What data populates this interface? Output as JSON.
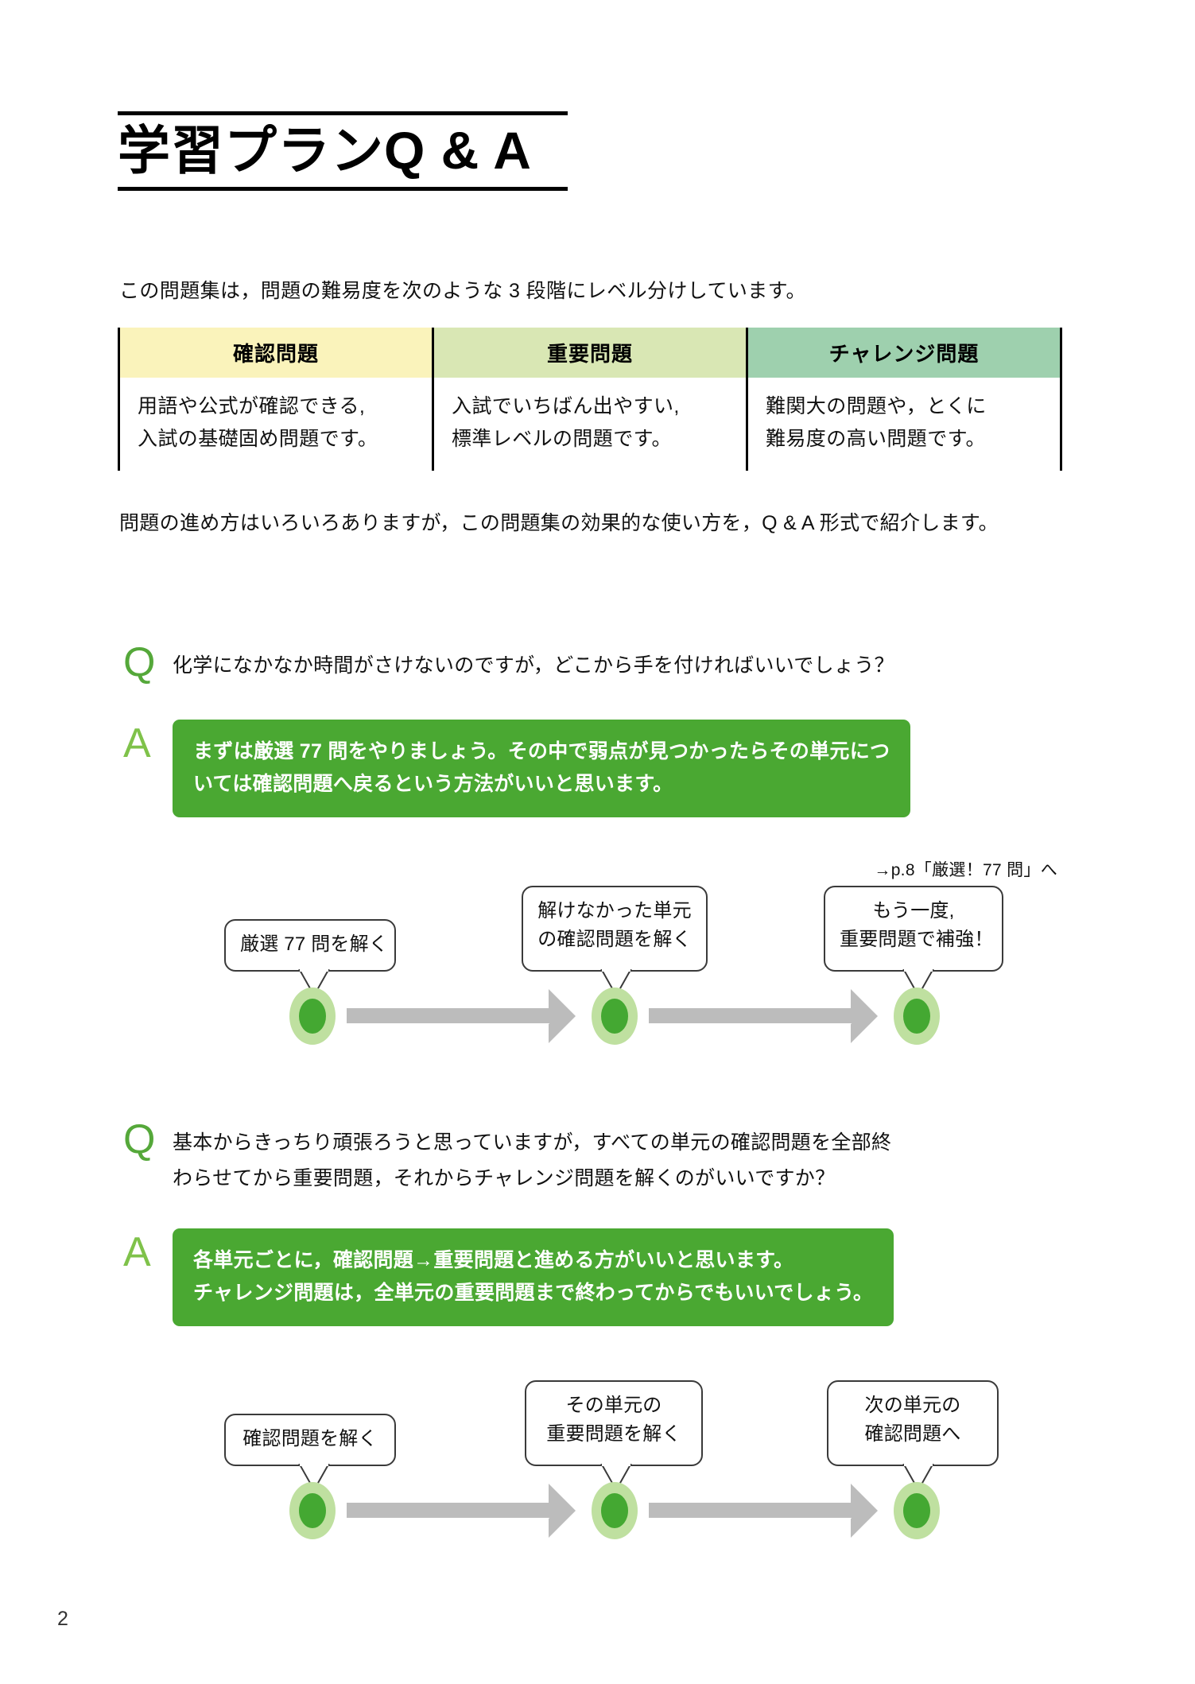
{
  "page": {
    "title": "学習プランQ & A",
    "page_number": "2",
    "intro": "この問題集は，問題の難易度を次のような 3 段階にレベル分けしています。",
    "after_table": "問題の進め方はいろいろありますが，この問題集の効果的な使い方を，Q & A 形式で紹介します。"
  },
  "level_table": {
    "columns": [
      {
        "header": "確認問題",
        "header_color": "#faf3bb",
        "lines": [
          "用語や公式が確認できる,",
          "入試の基礎固め問題です。"
        ]
      },
      {
        "header": "重要問題",
        "header_color": "#d9e7b4",
        "lines": [
          "入試でいちばん出やすい,",
          "標準レベルの問題です。"
        ]
      },
      {
        "header": "チャレンジ問題",
        "header_color": "#9ed0ae",
        "lines": [
          "難関大の問題や，とくに",
          "難易度の高い問題です。"
        ]
      }
    ]
  },
  "qa": [
    {
      "q_mark": "Q",
      "q_lines": [
        "化学になかなか時間がさけないのですが，どこから手を付ければいいでしょう？"
      ],
      "a_mark": "A",
      "a_lines": [
        "まずは厳選 77 問をやりましょう。その中で弱点が見つかったらその単元につ",
        "いては確認問題へ戻るという方法がいいと思います。"
      ],
      "reference": "→p.8「厳選！77 問」へ",
      "flow": {
        "callouts": [
          {
            "lines": [
              "厳選 77 問を解く"
            ]
          },
          {
            "lines": [
              "解けなかった単元",
              "の確認問題を解く"
            ]
          },
          {
            "lines": [
              "もう一度,",
              "重要問題で補強！"
            ]
          }
        ]
      }
    },
    {
      "q_mark": "Q",
      "q_lines": [
        "基本からきっちり頑張ろうと思っていますが，すべての単元の確認問題を全部終",
        "わらせてから重要問題，それからチャレンジ問題を解くのがいいですか？"
      ],
      "a_mark": "A",
      "a_lines": [
        "各単元ごとに，確認問題→重要問題と進める方がいいと思います。",
        "チャレンジ問題は，全単元の重要問題まで終わってからでもいいでしょう。"
      ],
      "reference": "",
      "flow": {
        "callouts": [
          {
            "lines": [
              "確認問題を解く"
            ]
          },
          {
            "lines": [
              "その単元の",
              "重要問題を解く"
            ]
          },
          {
            "lines": [
              "次の単元の",
              "確認問題へ"
            ]
          }
        ]
      }
    }
  ],
  "colors": {
    "accent_green": "#4aa832",
    "q_green": "#55a83a",
    "a_green": "#7fc24a",
    "node_outer": "#bfe0a0",
    "node_inner": "#44a832",
    "arrow_gray": "#bcbcbc"
  }
}
